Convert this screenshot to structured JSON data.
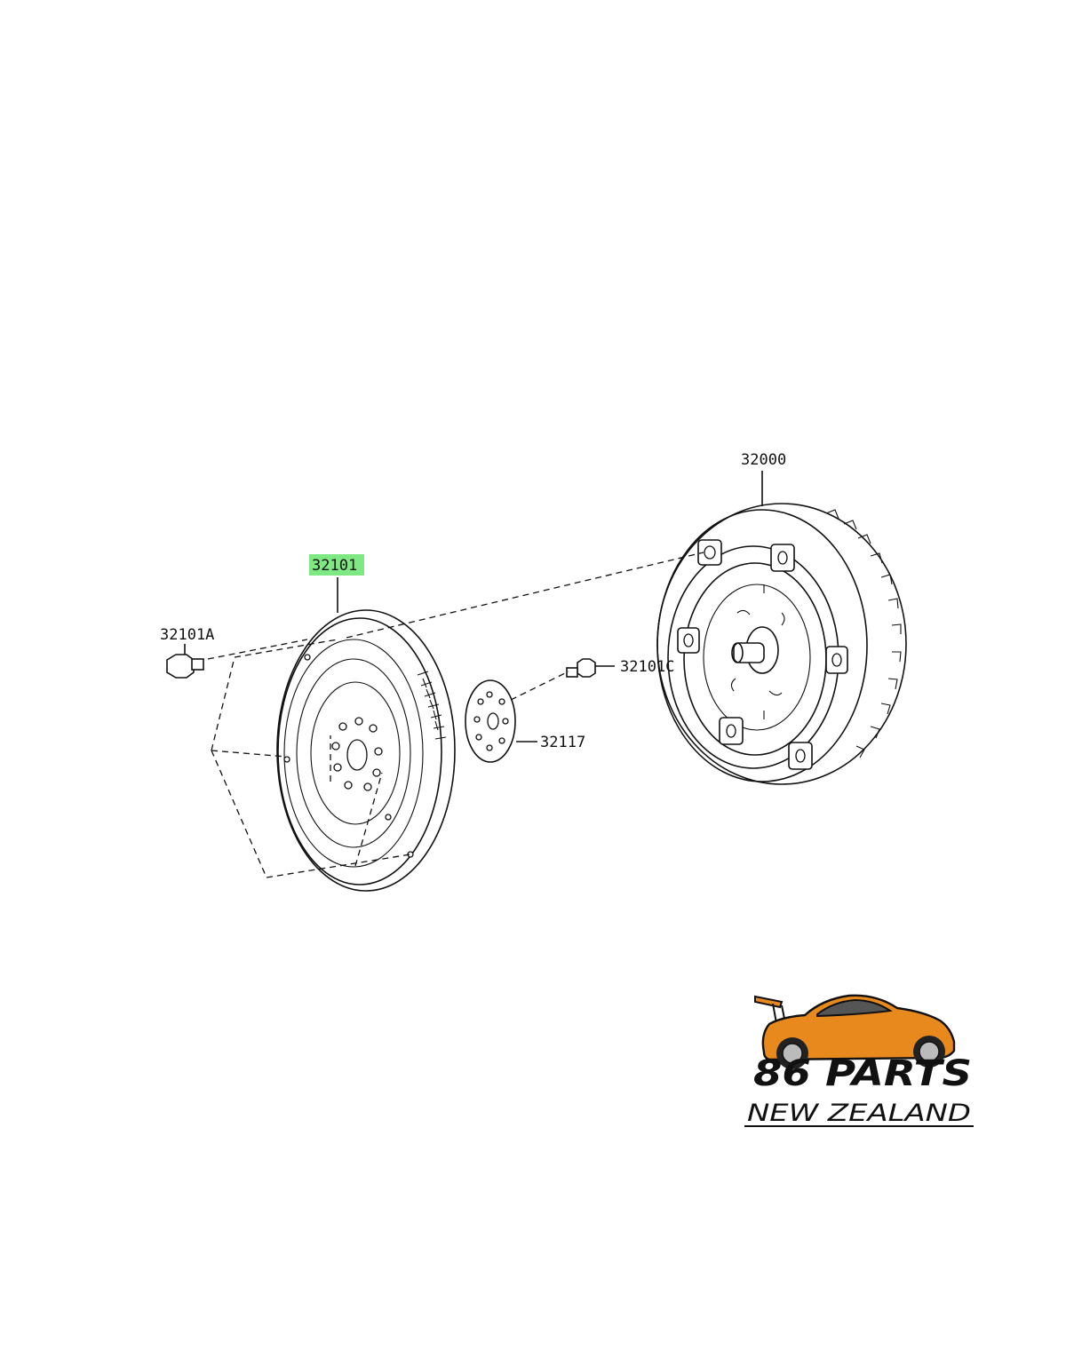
{
  "labels": {
    "part_32000": "32000",
    "part_32101": "32101",
    "part_32101A": "32101A",
    "part_32101C": "32101C",
    "part_32117": "32117"
  },
  "highlight_color": "#7ee882",
  "logo": {
    "line1": "86 PARTS",
    "line2": "NEW ZEALAND",
    "car_color": "#e8891e"
  }
}
